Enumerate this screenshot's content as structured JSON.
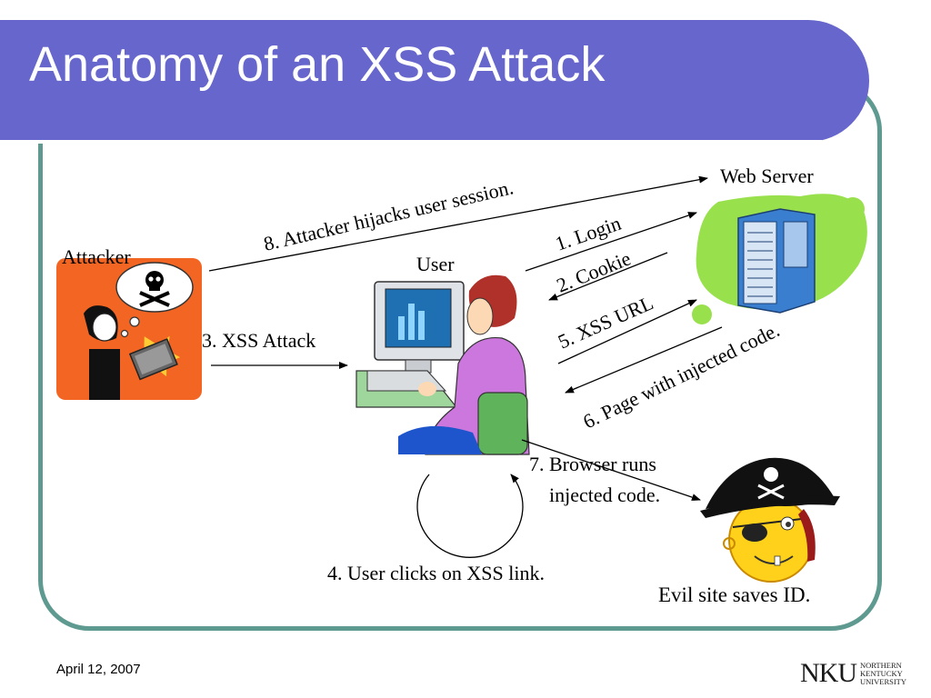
{
  "slide": {
    "title": "Anatomy of an XSS Attack",
    "date": "April 12, 2007",
    "logo": {
      "mark": "NKU",
      "line1": "NORTHERN",
      "line2": "KENTUCKY",
      "line3": "UNIVERSITY"
    }
  },
  "actors": {
    "attacker": "Attacker",
    "user": "User",
    "web_server": "Web Server",
    "evil_site": "Evil site saves ID."
  },
  "steps": {
    "login": "1. Login",
    "cookie": "2. Cookie",
    "xss_attack": "3. XSS Attack",
    "user_clicks": "4. User clicks on XSS link.",
    "xss_url": "5. XSS URL",
    "page_injected": "6. Page with injected code.",
    "browser_runs_1": "7. Browser runs",
    "browser_runs_2": "injected code.",
    "hijack": "8. Attacker hijacks user session."
  },
  "colors": {
    "title_bg": "#6666cc",
    "frame_border": "#5f9a91",
    "attacker_bg": "#f26522",
    "server_blob": "#99e04d",
    "server_blue": "#3a7fcf"
  }
}
